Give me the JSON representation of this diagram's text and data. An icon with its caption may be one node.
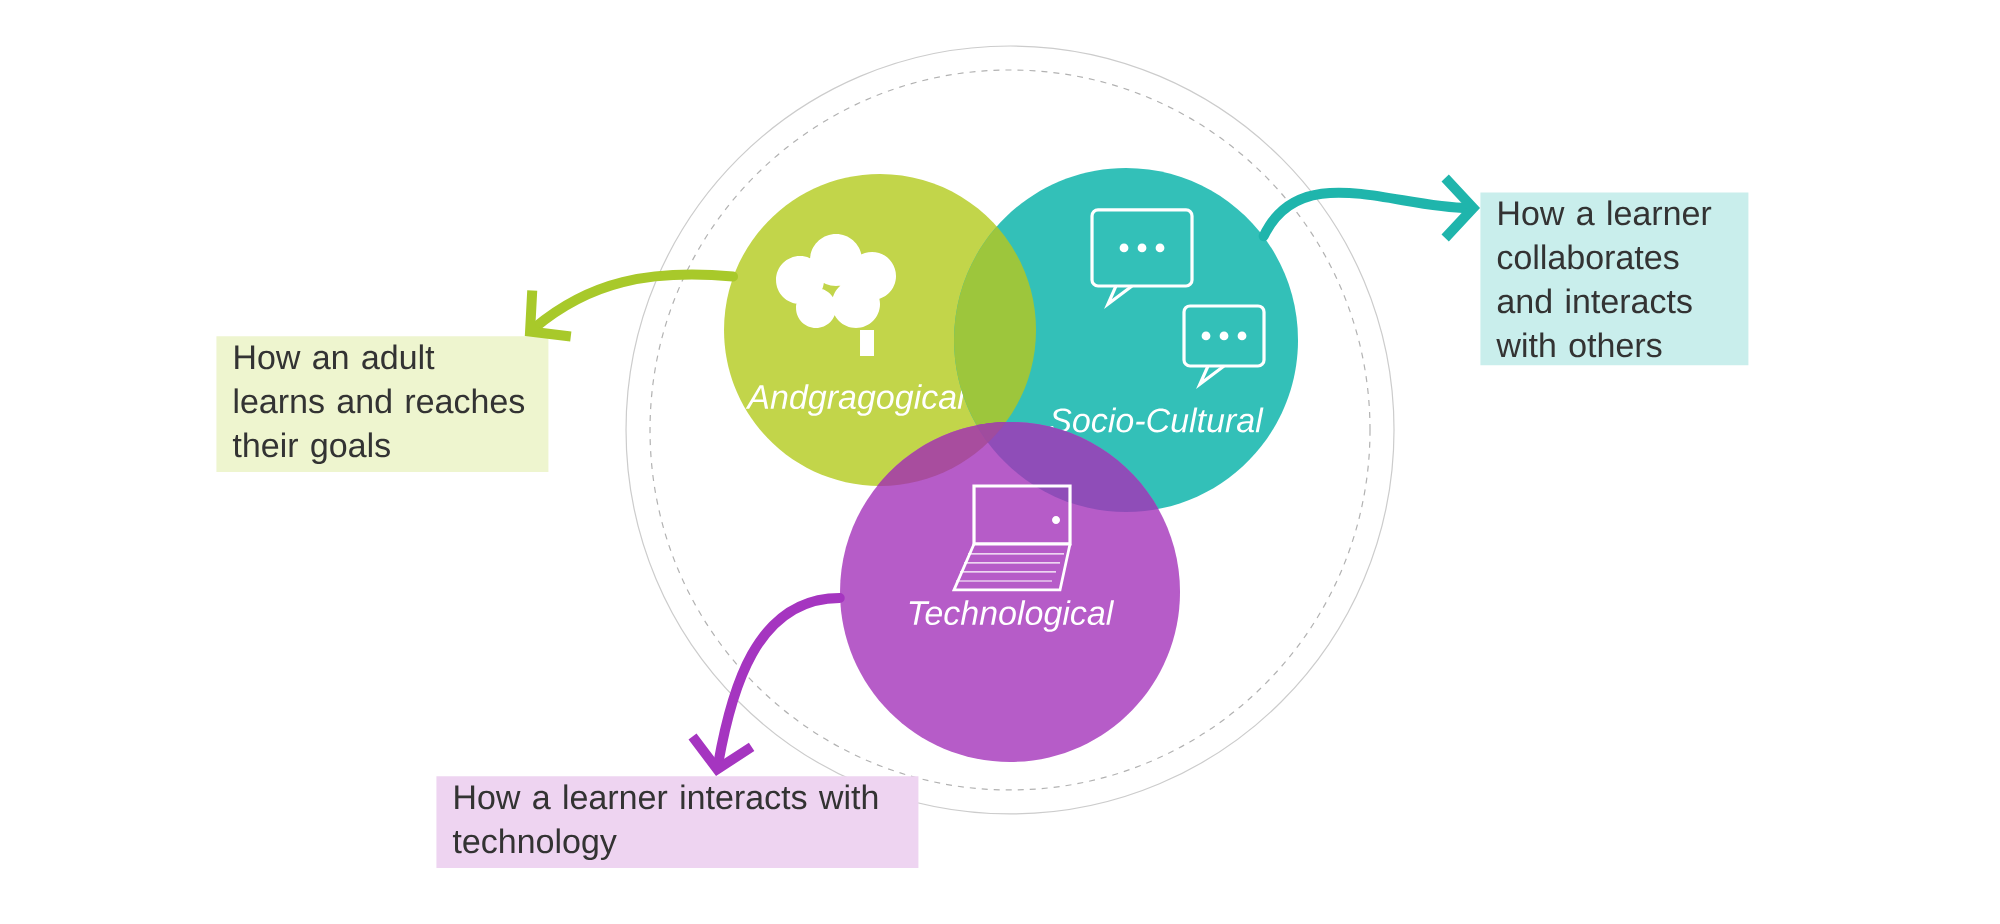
{
  "diagram": {
    "nodes": [
      {
        "text": [
          "Andgragogical"
        ]
      },
      {
        "text": [
          "Socio-Cultural"
        ]
      },
      {
        "text": [
          "Technological"
        ]
      },
      {
        "text": [
          "How an adult learns and reaches their goals"
        ]
      },
      {
        "text": [
          "How a learner collaborates and interacts with others"
        ]
      },
      {
        "text": [
          "How a learner interacts with technology"
        ]
      }
    ],
    "edges": [
      {
        "from": 0,
        "to": 3,
        "arrow": "to",
        "color": "#a8c92a"
      },
      {
        "from": 1,
        "to": 4,
        "arrow": "to",
        "color": "#1fb5ac"
      },
      {
        "from": 2,
        "to": 5,
        "arrow": "to",
        "color": "#a535c0"
      }
    ]
  }
}
